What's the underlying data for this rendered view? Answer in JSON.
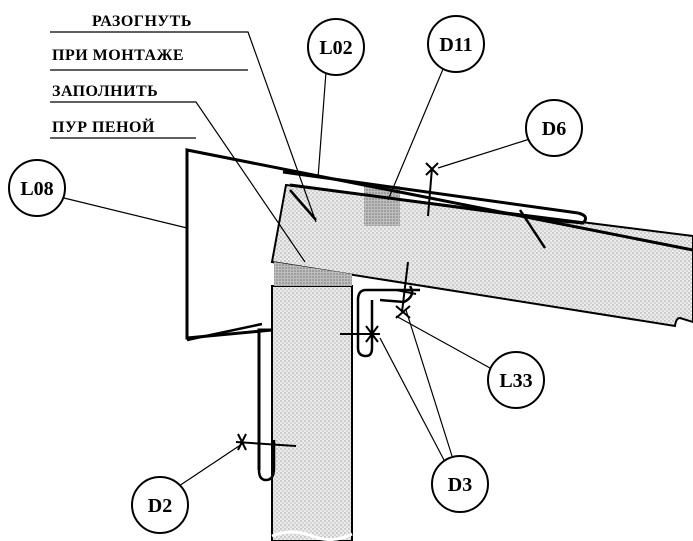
{
  "notes": {
    "bend": {
      "line1": "РАЗОГНУТЬ",
      "line2": "ПРИ МОНТАЖЕ"
    },
    "fill": {
      "line1": "ЗАПОЛНИТЬ",
      "line2": "ПУР ПЕНОЙ"
    }
  },
  "callouts": {
    "l02": "L02",
    "d11": "D11",
    "d6": "D6",
    "l08": "L08",
    "l33": "L33",
    "d3": "D3",
    "d2": "D2"
  },
  "colors": {
    "line": "#000000",
    "panel_fill": "#e4e4e4",
    "foam_fill": "#b4b4b4",
    "seal_fill": "#9c9c9c",
    "background": "#ffffff"
  }
}
